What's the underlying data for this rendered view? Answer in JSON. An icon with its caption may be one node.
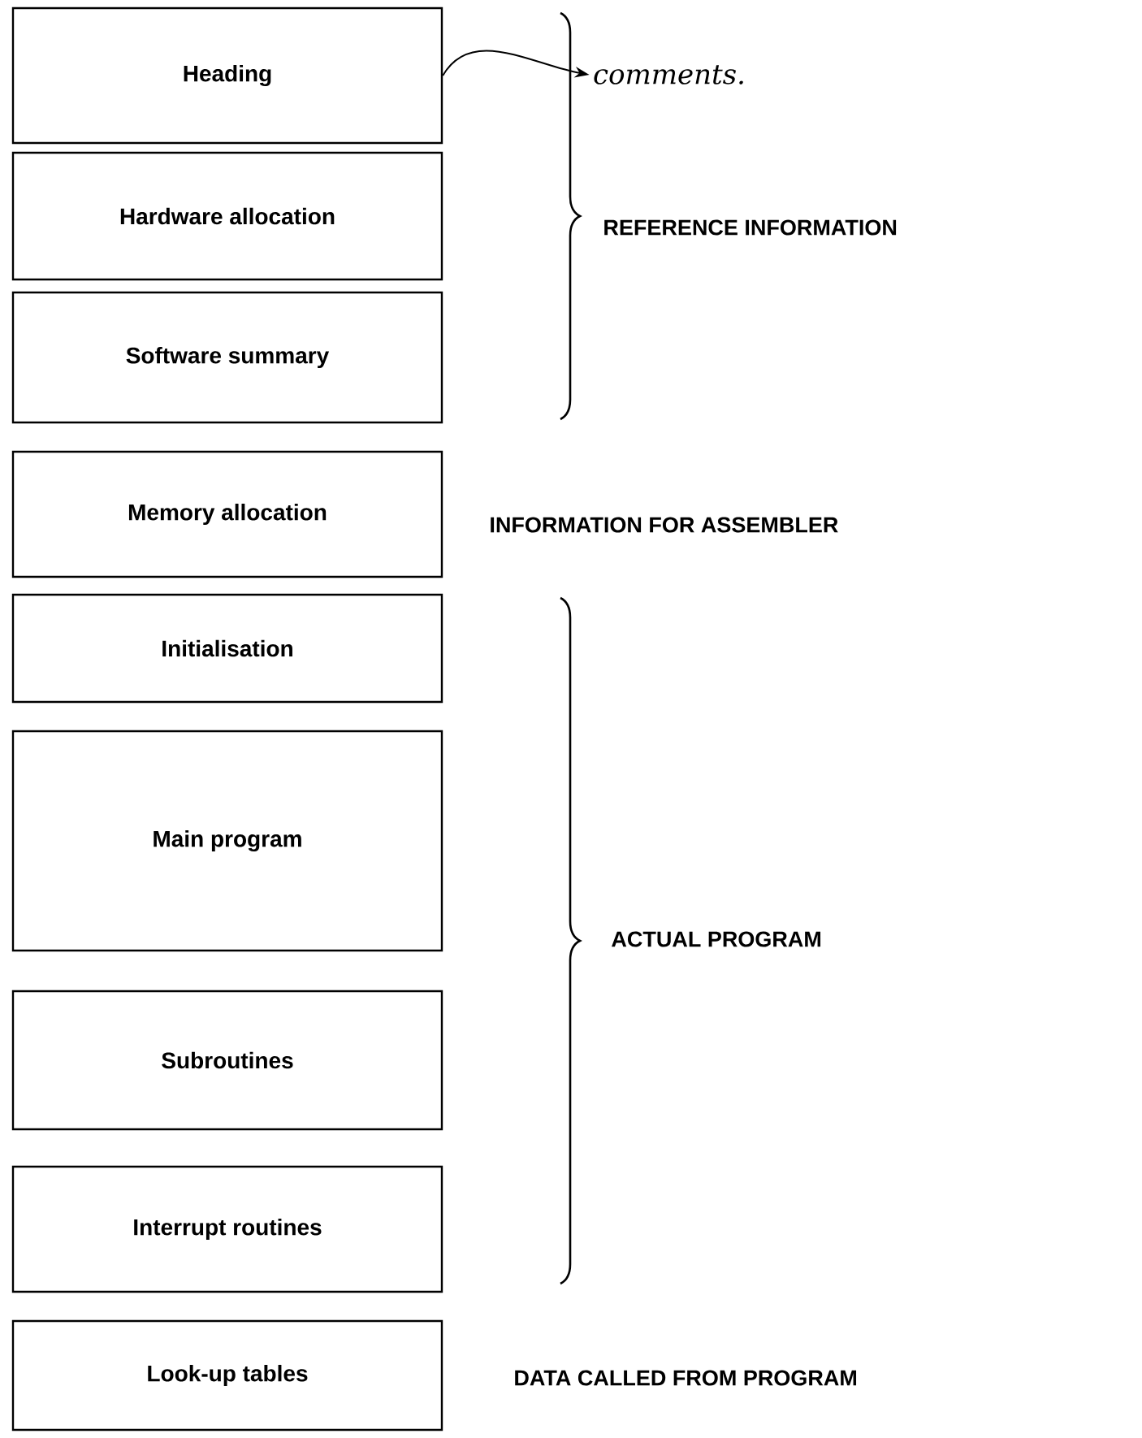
{
  "diagram": {
    "nodes": [
      {
        "text": [
          "Heading"
        ]
      },
      {
        "text": [
          "Hardware allocation"
        ]
      },
      {
        "text": [
          "Software summary"
        ]
      },
      {
        "text": [
          "Memory allocation"
        ]
      },
      {
        "text": [
          "Initialisation"
        ]
      },
      {
        "text": [
          "Main program"
        ]
      },
      {
        "text": [
          "Subroutines"
        ]
      },
      {
        "text": [
          "Interrupt routines"
        ]
      },
      {
        "text": [
          "Look-up tables"
        ]
      },
      {
        "text": [
          "comments."
        ]
      }
    ],
    "edges": [
      {
        "from": 0,
        "to": 9,
        "arrow": "to"
      }
    ],
    "labels": [
      "REFERENCE INFORMATION",
      "INFORMATION FOR ASSEMBLER",
      "ACTUAL PROGRAM",
      "DATA CALLED FROM PROGRAM"
    ]
  }
}
